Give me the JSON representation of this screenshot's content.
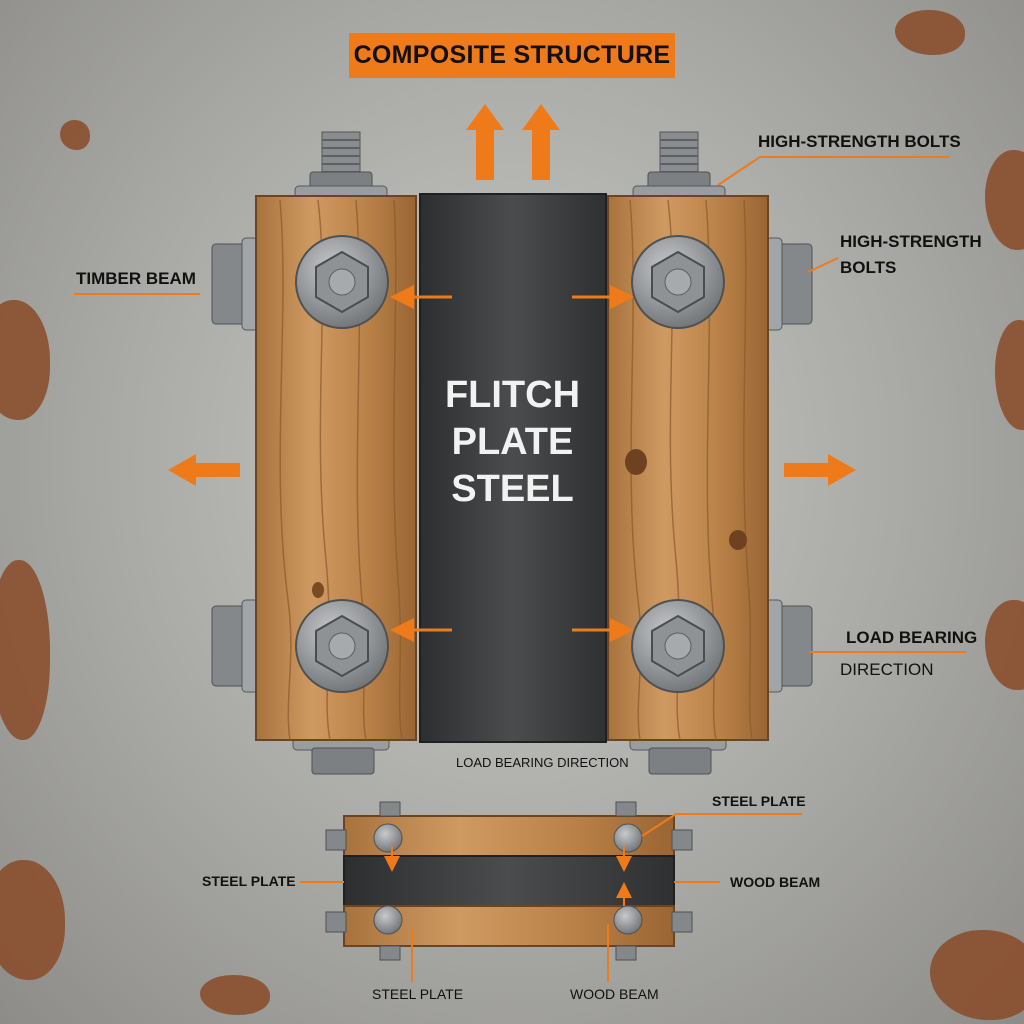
{
  "title": "COMPOSITE STRUCTURE",
  "center_plate": [
    "FLITCH",
    "PLATE",
    "STEEL"
  ],
  "labels": {
    "bolts_top": "HIGH-STRENGTH BOLTS",
    "bolts_right_line1": "HIGH-STRENGTH",
    "bolts_right_line2": "BOLTS",
    "timber_beam": "TIMBER BEAM",
    "load_right_line1": "LOAD BEARING",
    "load_right_line2": "DIRECTION",
    "load_bottom": "LOAD BEARING DIRECTION",
    "steel_plate_top_right": "STEEL PLATE",
    "steel_plate_left": "STEEL PLATE",
    "wood_beam_right": "WOOD BEAM",
    "steel_plate_bottom": "STEEL PLATE",
    "wood_beam_bottom": "WOOD BEAM"
  },
  "colors": {
    "accent": "#ef7a1a",
    "wood": "#c08a52",
    "steel": "#3d3f40",
    "bolt": "#8e9194"
  }
}
